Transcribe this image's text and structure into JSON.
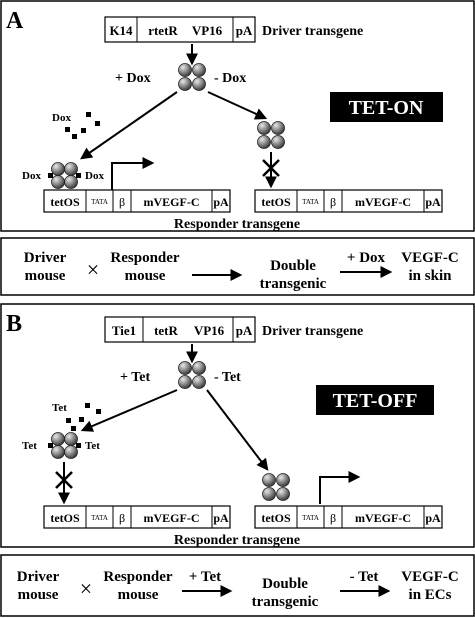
{
  "panel_a": {
    "label": "A",
    "driver": {
      "cells": [
        "K14",
        "rtetR",
        "VP16",
        "pA"
      ],
      "caption": "Driver transgene"
    },
    "plus_drug": "+ Dox",
    "minus_drug": "- Dox",
    "mode_badge": "TET-ON",
    "drug_label": "Dox",
    "bound_left_label": "Dox",
    "bound_right_label": "Dox",
    "responder": {
      "cells": [
        "tetOS",
        "TATA",
        "β",
        "mVEGF-C",
        "pA"
      ]
    },
    "responder_caption": "Responder transgene",
    "flow": {
      "driver_mouse": [
        "Driver",
        "mouse"
      ],
      "cross": "×",
      "responder_mouse": [
        "Responder",
        "mouse"
      ],
      "double": [
        "Double",
        "transgenic"
      ],
      "condition": "+ Dox",
      "result": [
        "VEGF-C",
        "in skin"
      ]
    }
  },
  "panel_b": {
    "label": "B",
    "driver": {
      "cells": [
        "Tie1",
        "tetR",
        "VP16",
        "pA"
      ],
      "caption": "Driver transgene"
    },
    "plus_drug": "+ Tet",
    "minus_drug": "- Tet",
    "mode_badge": "TET-OFF",
    "drug_label": "Tet",
    "bound_left_label": "Tet",
    "bound_right_label": "Tet",
    "responder": {
      "cells": [
        "tetOS",
        "TATA",
        "β",
        "mVEGF-C",
        "pA"
      ]
    },
    "responder_caption": "Responder transgene",
    "flow": {
      "driver_mouse": [
        "Driver",
        "mouse"
      ],
      "cross": "×",
      "responder_mouse": [
        "Responder",
        "mouse"
      ],
      "condition_1": "+ Tet",
      "double": [
        "Double",
        "transgenic"
      ],
      "condition_2": "- Tet",
      "result": [
        "VEGF-C",
        "in ECs"
      ]
    }
  }
}
